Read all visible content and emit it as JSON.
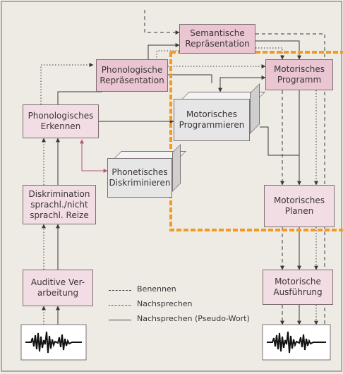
{
  "nodes": {
    "semantic": "Semantische\nRepräsentation",
    "phonological_repr": "Phonologische\nRepräsentation",
    "motor_program": "Motorisches\nProgramm",
    "phonological_recog": "Phonologisches\nErkennen",
    "motor_programming": "Motorisches\nProgrammieren",
    "phonetic_discrim": "Phonetisches\nDiskriminieren",
    "discrimination": "Diskrimination\nsprachl./nicht\nsprachl. Reize",
    "motor_planning": "Motorisches\nPlanen",
    "auditory": "Auditive Ver-\narbeitung",
    "motor_execution": "Motorische\nAusführung"
  },
  "legend": {
    "dashed": "Benennen",
    "dotted": "Nachsprechen",
    "solid": "Nachsprechen (Pseudo-Wort)"
  },
  "colors": {
    "background": "#eeeae4",
    "box_fill": "#f1dde3",
    "box_fill_strong": "#e9c6d2",
    "box_grey": "#e6e6e6",
    "highlight": "#f39a1f",
    "arrow": "#3a3a3a",
    "arrow_accent": "#b0577a"
  },
  "icons": [
    "waveform-input-icon",
    "waveform-output-icon"
  ]
}
